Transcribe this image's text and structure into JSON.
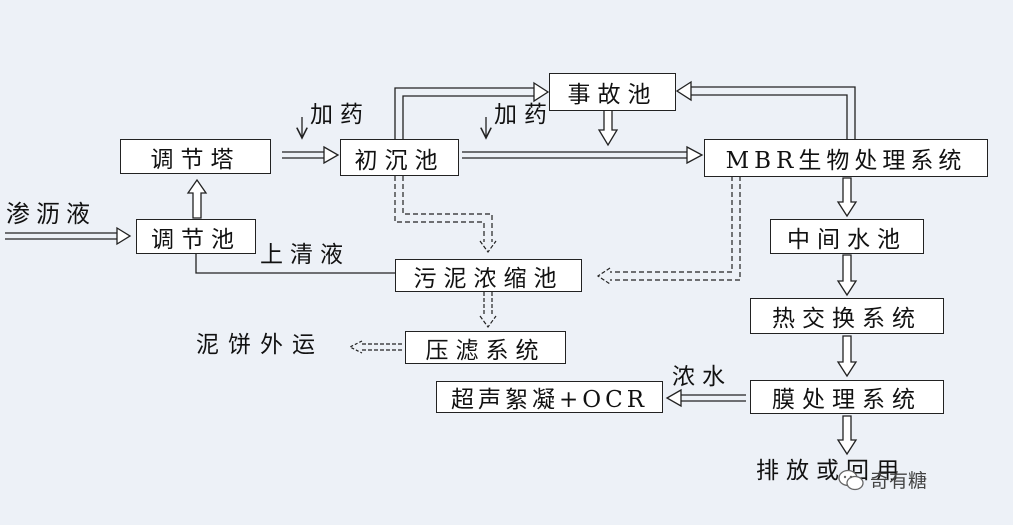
{
  "nodes": {
    "accident_pool": "事故池",
    "regulating_tower": "调节塔",
    "primary_settling": "初沉池",
    "mbr_system": "MBR生物处理系统",
    "regulating_pool": "调节池",
    "intermediate_pool": "中间水池",
    "sludge_thickener": "污泥浓缩池",
    "heat_exchange": "热交换系统",
    "filter_press": "压滤系统",
    "ultrasonic_ocr": "超声絮凝+OCR",
    "membrane_system": "膜处理系统"
  },
  "labels": {
    "dosing_1": "加药",
    "dosing_2": "加药",
    "leachate": "渗沥液",
    "supernatant": "上清液",
    "sludge_cake": "泥饼外运",
    "concentrate": "浓水",
    "discharge": "排放或回用"
  },
  "watermark": {
    "text": "奇有糖"
  }
}
